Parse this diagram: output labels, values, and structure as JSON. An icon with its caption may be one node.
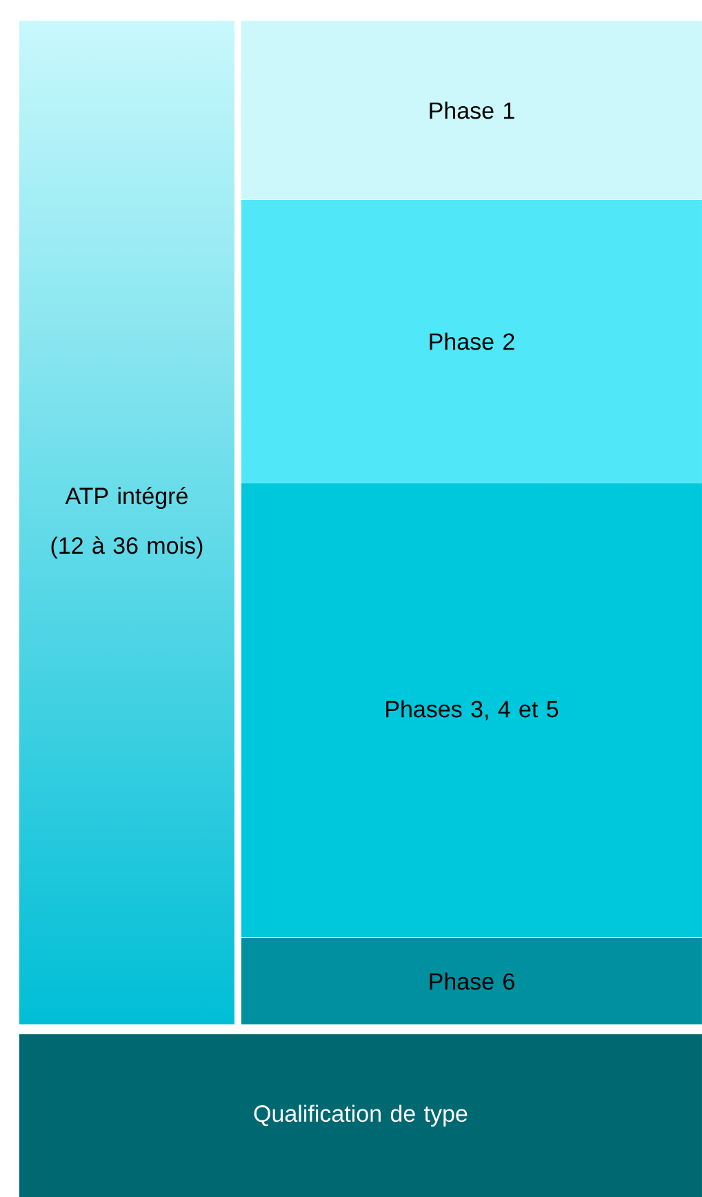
{
  "diagram": {
    "nodes": [
      {
        "text": [
          "ATP intégré",
          "(12 à 36 mois)"
        ]
      },
      {
        "text": [
          "Phase 1"
        ]
      },
      {
        "text": [
          "Phase 2"
        ]
      },
      {
        "text": [
          "Phases 3, 4 et 5"
        ]
      },
      {
        "text": [
          "Phase 6"
        ]
      },
      {
        "text": [
          "Qualification de type"
        ]
      }
    ]
  }
}
